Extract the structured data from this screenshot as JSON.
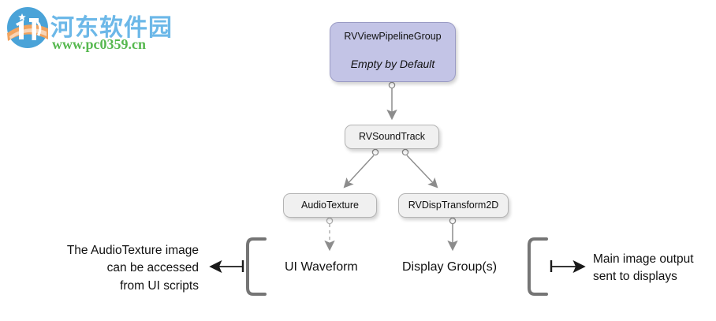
{
  "watermark": {
    "site_name_cn": "河东软件园",
    "url": "www.pc0359.cn",
    "logo_icon": "circle-swoosh-logo-icon",
    "colors": {
      "cn_text": "#6cb8e8",
      "url_text": "#56b84f",
      "logo_blue": "#4aa3d8",
      "logo_orange": "#f2a35e"
    }
  },
  "diagram": {
    "type": "node-graph",
    "nodes": [
      {
        "id": "rvviewpipelinegroup",
        "title": "RVViewPipelineGroup",
        "subtitle": "Empty by Default",
        "fill": "#c3c4e6",
        "border": "#9a9bc4"
      },
      {
        "id": "rvsoundtrack",
        "title": "RVSoundTrack",
        "fill": "#f0f0f0",
        "border": "#b4b4b4"
      },
      {
        "id": "audiotexture",
        "title": "AudioTexture",
        "fill": "#f0f0f0",
        "border": "#b4b4b4"
      },
      {
        "id": "rvdisptransform2d",
        "title": "RVDispTransform2D",
        "fill": "#f0f0f0",
        "border": "#b4b4b4"
      }
    ],
    "edges": [
      {
        "from": "rvviewpipelinegroup",
        "to": "rvsoundtrack",
        "style": "solid"
      },
      {
        "from": "rvsoundtrack",
        "to": "audiotexture",
        "style": "solid"
      },
      {
        "from": "rvsoundtrack",
        "to": "rvdisptransform2d",
        "style": "solid"
      },
      {
        "from": "audiotexture",
        "to": "ui-waveform",
        "style": "dashed"
      },
      {
        "from": "rvdisptransform2d",
        "to": "display-groups",
        "style": "solid"
      }
    ],
    "terminals": [
      {
        "id": "ui-waveform",
        "label": "UI Waveform"
      },
      {
        "id": "display-groups",
        "label": "Display Group(s)"
      }
    ],
    "annotations": {
      "left": {
        "lines": [
          "The AudioTexture image",
          "can be accessed",
          "from UI scripts"
        ],
        "arrow_direction": "left",
        "bracket": "left-brace"
      },
      "right": {
        "lines": [
          "Main image output",
          "sent to displays"
        ],
        "arrow_direction": "right",
        "bracket": "right-brace"
      }
    },
    "connector_color": "#8c8c8c",
    "arrow_color": "#000000",
    "bracket_color": "#757575"
  }
}
